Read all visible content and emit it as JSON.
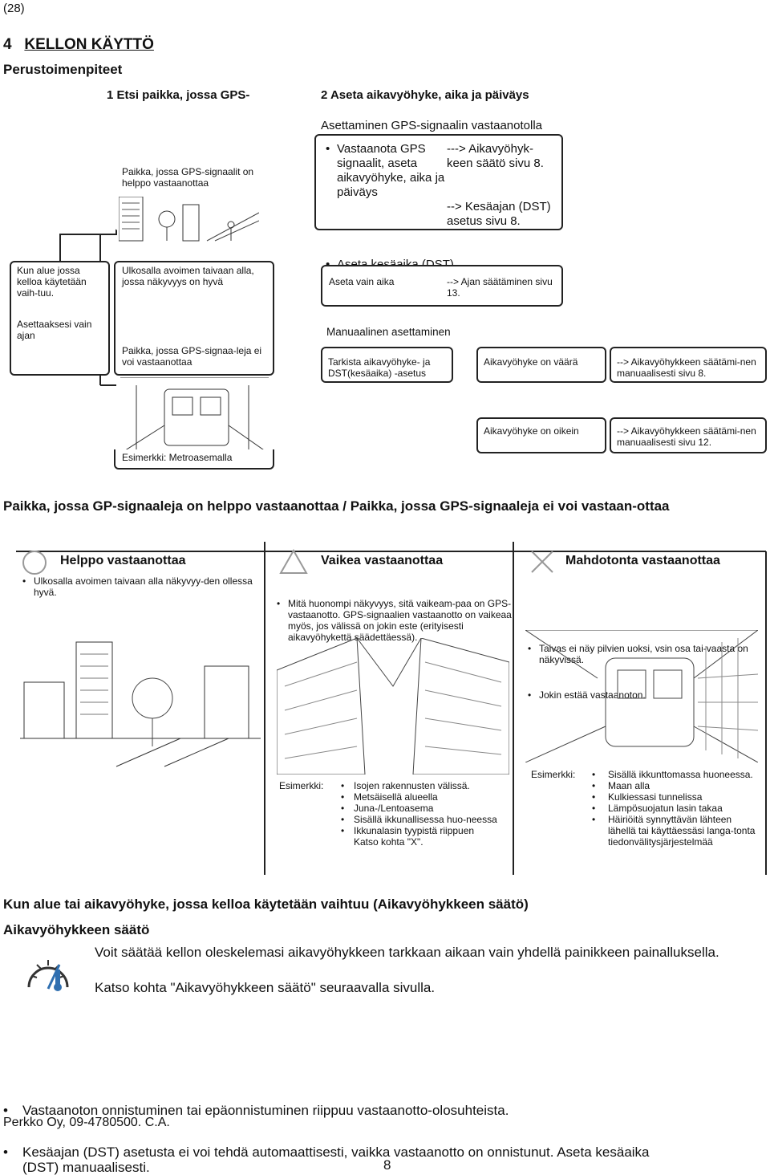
{
  "page_num_top": "(28)",
  "section": {
    "number": "4",
    "title": "KELLON KÄYTTÖ",
    "subtitle": "Perustoimenpiteet"
  },
  "steps": {
    "step1": "1 Etsi paikka, jossa GPS-",
    "step2": "2 Aseta aikavyöhyke, aika ja päiväys"
  },
  "flow": {
    "gps_receive_title": "Asettaminen GPS-signaalin vastaanotolla",
    "easy_place_label": "Paikka, jossa GPS-signaalit on helppo vastaanottaa",
    "gps_bullet1": "Vastaanota GPS signaalit, aseta aikavyöhyke, aika ja päiväys",
    "gps_bullet2": "Aseta kesäaika (DST) tarvittaessa",
    "gps_ref1": "---> Aikavyöhyk-keen säätö sivu 8.",
    "gps_ref2": "--> Kesäajan (DST) asetus sivu 8.",
    "area_changes": "Kun alue jossa kelloa käytetään vaih-tuu.",
    "time_only": "Asettaaksesi vain ajan",
    "outdoor_label": "Ulkosalla avoimen taivaan alla, jossa näkyvyys on hyvä",
    "no_signal_label": "Paikka, jossa GPS-signaa-leja ei voi vastaanottaa",
    "example_metro": "Esimerkki: Metroasemalla",
    "set_time_only": "Aseta vain aika",
    "time_adjust_ref": "--> Ajan säätäminen sivu 13.",
    "manual_title": "Manuaalinen asettaminen",
    "check_tz": "Tarkista aikavyöhyke- ja DST(kesäaika) -asetus",
    "tz_wrong": "Aikavyöhyke on väärä",
    "tz_wrong_ref": "--> Aikavyöhykkeen säätämi-nen manuaalisesti sivu 8.",
    "tz_right": "Aikavyöhyke on oikein",
    "tz_right_ref": "--> Aikavyöhykkeen säätämi-nen manuaalisesti sivu 12."
  },
  "heading2": "Paikka, jossa GP-signaaleja on helppo vastaanottaa / Paikka, jossa GPS-signaaleja ei voi vastaan-ottaa",
  "columns": [
    {
      "title": "Helppo vastaanottaa",
      "icon": "circle-icon",
      "bullets": [
        "Ulkosalla avoimen taivaan alla näkyvyy-den ollessa hyvä."
      ]
    },
    {
      "title": "Vaikea vastaanottaa",
      "icon": "triangle-icon",
      "bullets": [
        "Mitä huonompi näkyvyys, sitä vaikeam-paa on GPS-vastaanotto. GPS-signaalien vastaanotto on vaikeaa myös, jos välissä on jokin este (erityisesti aikavyöhykettä säädettäessä)."
      ],
      "example_label": "Esimerkki:",
      "examples": [
        "Isojen rakennusten välissä.",
        "Metsäisellä alueella",
        "Juna-/Lentoasema",
        "Sisällä ikkunallisessa huo-neessa",
        "Ikkunalasin tyypistä riippuen Katso kohta \"X\"."
      ]
    },
    {
      "title": "Mahdotonta vastaanottaa",
      "icon": "cross-icon",
      "bullets": [
        "Taivas ei näy pilvien uoksi, vsin osa tai-vaasta on näkyvissä.",
        "Jokin estää vastaanoton."
      ],
      "example_label": "Esimerkki:",
      "examples": [
        "Sisällä ikkunttomassa huoneessa.",
        "Maan alla",
        "Kulkiessasi tunnelissa",
        "Lämpösuojatun lasin takaa",
        "Häiriöitä synnyttävän lähteen lähellä tai käyttäessäsi langa-tonta tiedonvälitysjärjestelmää"
      ]
    }
  ],
  "heading3": "Kun alue tai aikavyöhyke, jossa kelloa käytetään vaihtuu (Aikavyöhykkeen säätö)",
  "heading4": "Aikavyöhykkeen säätö",
  "tz_text1": "Voit säätää kellon oleskelemasi aikavyöhykkeen tarkkaan aikaan vain yhdellä painikkeen painalluksella.",
  "tz_text2": "Katso kohta \"Aikavyöhykkeen säätö\" seuraavalla sivulla.",
  "notes": [
    "Vastaanoton onnistuminen tai epäonnistuminen riippuu vastaanotto-olosuhteista.",
    "Kesäajan (DST) asetusta ei voi tehdä automaattisesti, vaikka vastaanotto on onnistunut. Aseta kesäaika (DST) manuaalisesti."
  ],
  "footer": "Perkko Oy, 09-4780500. C.A.",
  "page_number": "8"
}
